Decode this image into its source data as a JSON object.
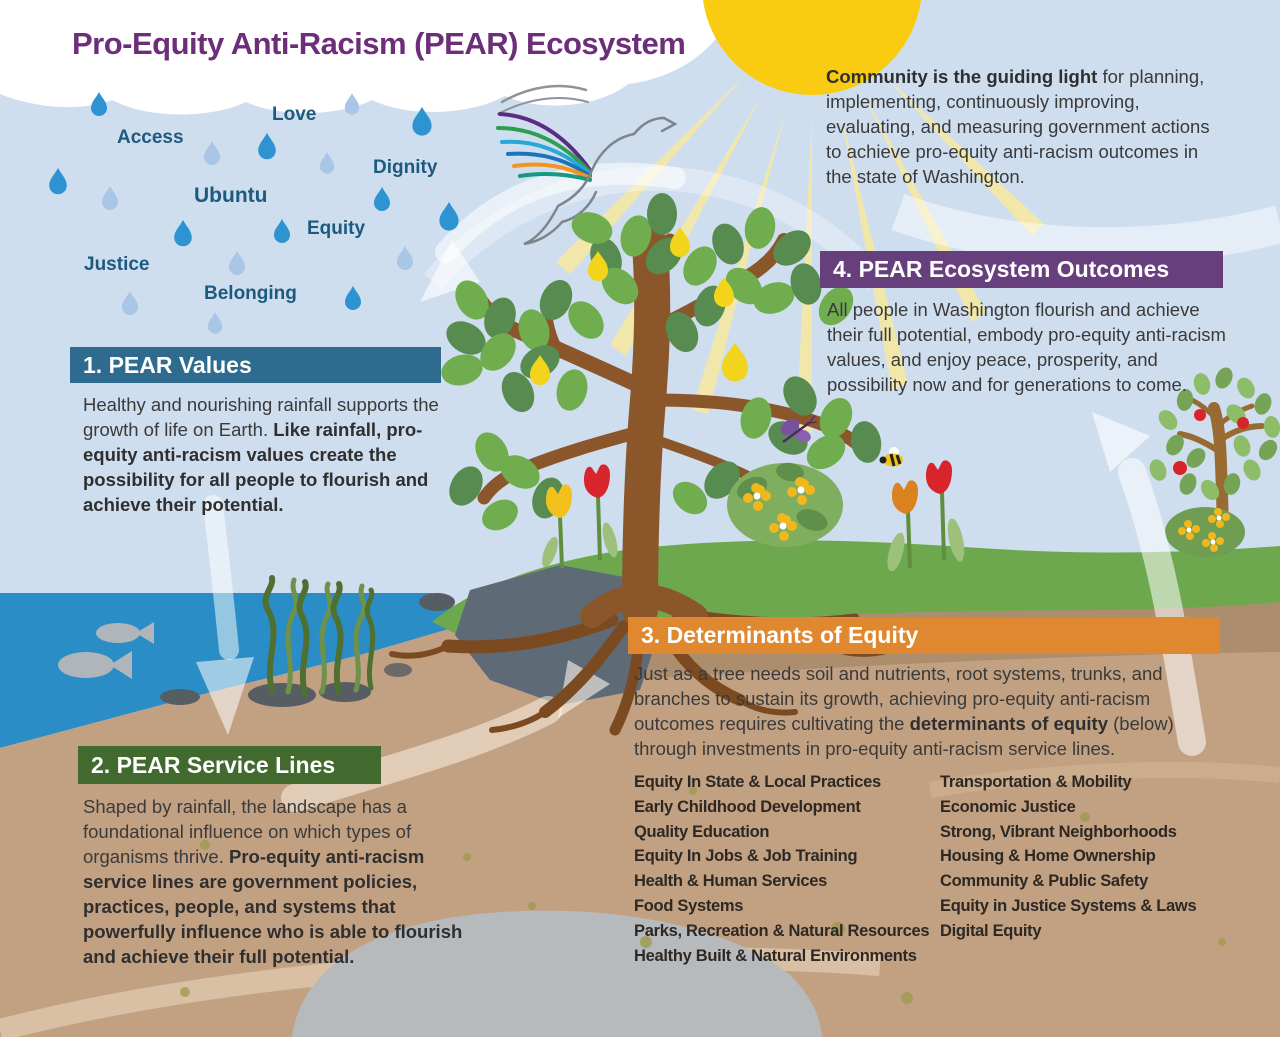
{
  "title": "Pro-Equity Anti-Racism (PEAR) Ecosystem",
  "rain": {
    "values": [
      "Access",
      "Love",
      "Ubuntu",
      "Dignity",
      "Equity",
      "Justice",
      "Belonging"
    ]
  },
  "community_note": {
    "bold": "Community is the guiding light",
    "rest": " for planning, implementing, continuously improving, evaluating, and measuring government actions to achieve pro-equity anti-racism outcomes in the state of Washington."
  },
  "sections": {
    "values": {
      "heading": "1. PEAR Values",
      "body_normal": "Healthy and nourishing rainfall supports the growth of life on Earth. ",
      "body_bold": "Like rainfall, pro-equity anti-racism values create the possibility for all people to flourish and achieve their potential.",
      "accent": "#2e6b8e"
    },
    "service_lines": {
      "heading": "2. PEAR Service Lines",
      "body_normal": "Shaped by rainfall, the landscape has a foundational influence on which types of organisms thrive. ",
      "body_bold": "Pro-equity anti-racism service lines are government policies, practices, people, and systems that powerfully influence who is able to flourish and achieve their full potential.",
      "accent": "#42692e"
    },
    "determinants": {
      "heading": "3. Determinants of Equity",
      "body_pre": "Just as a tree needs soil and nutrients, root systems, trunks, and branches to sustain its growth, achieving pro-equity anti-racism outcomes requires cultivating the ",
      "body_bold": "determinants of equity",
      "body_post": " (below) through investments in pro-equity anti-racism service lines.",
      "accent": "#e0882f",
      "list_left": [
        "Equity In State & Local Practices",
        "Early Childhood Development",
        "Quality Education",
        "Equity In Jobs & Job Training",
        "Health & Human Services",
        "Food Systems",
        "Parks, Recreation & Natural Resources",
        "Healthy Built & Natural Environments"
      ],
      "list_right": [
        "Transportation & Mobility",
        "Economic Justice",
        "Strong, Vibrant Neighborhoods",
        "Housing & Home Ownership",
        "Community & Public Safety",
        "Equity in Justice Systems & Laws",
        "Digital Equity"
      ]
    },
    "outcomes": {
      "heading": "4. PEAR Ecosystem Outcomes",
      "body": "All people in Washington flourish and achieve their full potential, embody pro-equity anti-racism values, and enjoy peace, prosperity, and possibility now and for generations to come.",
      "accent": "#673f7d"
    }
  },
  "palette": {
    "sky": "#cfdeef",
    "cloud": "#ffffff",
    "sun": "#f9cc12",
    "sun_ray": "#f6e8a3",
    "water": "#2b8dc5",
    "sand": "#c2a183",
    "grass": "#6da74e",
    "raindrop_dark": "#2e94d1",
    "raindrop_light": "#a9c6e6",
    "rain_word": "#1d5a7e",
    "title": "#6d2e79",
    "body_text": "#3a3a3a",
    "tree_trunk": "#8a562a",
    "roots": "#7c4a20",
    "pear": "#f2d41c",
    "apple": "#d8232a"
  }
}
